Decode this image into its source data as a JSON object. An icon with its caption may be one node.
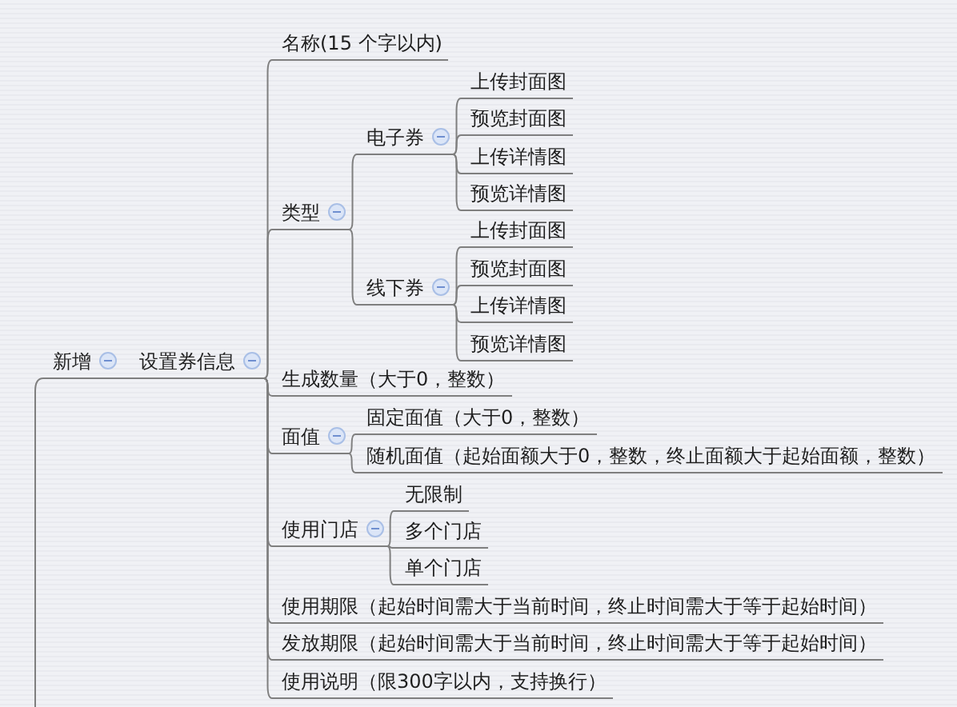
{
  "diagram": {
    "nodes": [
      {
        "text": [
          "新增"
        ]
      },
      {
        "text": [
          "设置券信息"
        ]
      },
      {
        "text": [
          "名称(15 个字以内)"
        ]
      },
      {
        "text": [
          "类型"
        ]
      },
      {
        "text": [
          "电子券"
        ]
      },
      {
        "text": [
          "上传封面图"
        ]
      },
      {
        "text": [
          "预览封面图"
        ]
      },
      {
        "text": [
          "上传详情图"
        ]
      },
      {
        "text": [
          "预览详情图"
        ]
      },
      {
        "text": [
          "线下券"
        ]
      },
      {
        "text": [
          "上传封面图"
        ]
      },
      {
        "text": [
          "预览封面图"
        ]
      },
      {
        "text": [
          "上传详情图"
        ]
      },
      {
        "text": [
          "预览详情图"
        ]
      },
      {
        "text": [
          "生成数量（大于0，整数）"
        ]
      },
      {
        "text": [
          "面值"
        ]
      },
      {
        "text": [
          "固定面值（大于0，整数）"
        ]
      },
      {
        "text": [
          "随机面值（起始面额大于0，整数，终止面额大于起始面额，整数）"
        ]
      },
      {
        "text": [
          "使用门店"
        ]
      },
      {
        "text": [
          "无限制"
        ]
      },
      {
        "text": [
          "多个门店"
        ]
      },
      {
        "text": [
          "单个门店"
        ]
      },
      {
        "text": [
          "使用期限（起始时间需大于当前时间，终止时间需大于等于起始时间）"
        ]
      },
      {
        "text": [
          "发放期限（起始时间需大于当前时间，终止时间需大于等于起始时间）"
        ]
      },
      {
        "text": [
          "使用说明（限300字以内，支持换行）"
        ]
      }
    ],
    "edges": [
      {
        "from": null,
        "to": 0,
        "arrow": "none"
      },
      {
        "from": 0,
        "to": 1,
        "arrow": "none"
      },
      {
        "from": 1,
        "to": 2,
        "arrow": "none"
      },
      {
        "from": 1,
        "to": 3,
        "arrow": "none"
      },
      {
        "from": 3,
        "to": 4,
        "arrow": "none"
      },
      {
        "from": 4,
        "to": 5,
        "arrow": "none"
      },
      {
        "from": 4,
        "to": 6,
        "arrow": "none"
      },
      {
        "from": 4,
        "to": 7,
        "arrow": "none"
      },
      {
        "from": 4,
        "to": 8,
        "arrow": "none"
      },
      {
        "from": 3,
        "to": 9,
        "arrow": "none"
      },
      {
        "from": 9,
        "to": 10,
        "arrow": "none"
      },
      {
        "from": 9,
        "to": 11,
        "arrow": "none"
      },
      {
        "from": 9,
        "to": 12,
        "arrow": "none"
      },
      {
        "from": 9,
        "to": 13,
        "arrow": "none"
      },
      {
        "from": 1,
        "to": 14,
        "arrow": "none"
      },
      {
        "from": 1,
        "to": 15,
        "arrow": "none"
      },
      {
        "from": 15,
        "to": 16,
        "arrow": "none"
      },
      {
        "from": 15,
        "to": 17,
        "arrow": "none"
      },
      {
        "from": 1,
        "to": 18,
        "arrow": "none"
      },
      {
        "from": 18,
        "to": 19,
        "arrow": "none"
      },
      {
        "from": 18,
        "to": 20,
        "arrow": "none"
      },
      {
        "from": 18,
        "to": 21,
        "arrow": "none"
      },
      {
        "from": 1,
        "to": 22,
        "arrow": "none"
      },
      {
        "from": 1,
        "to": 23,
        "arrow": "none"
      },
      {
        "from": 1,
        "to": 24,
        "arrow": "none"
      }
    ]
  }
}
